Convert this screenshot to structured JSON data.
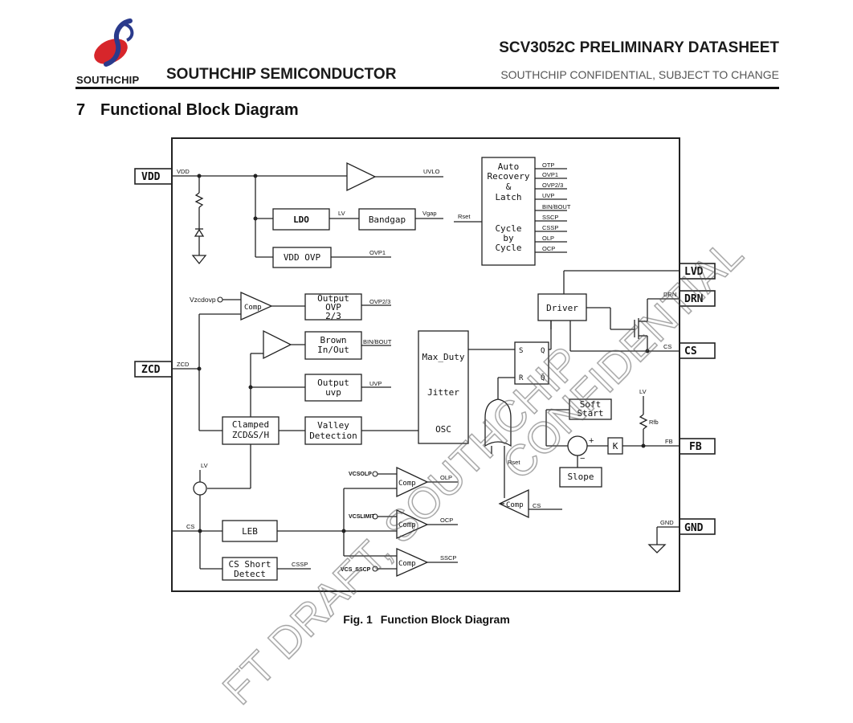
{
  "header": {
    "logo_text": "SOUTHCHIP",
    "company": "SOUTHCHIP SEMICONDUCTOR",
    "title": "SCV3052C PRELIMINARY DATASHEET",
    "subtitle": "SOUTHCHIP CONFIDENTIAL, SUBJECT TO CHANGE",
    "brand_red": "#d7262b",
    "brand_blue": "#2a3a8c"
  },
  "section": {
    "number": "7",
    "title": "Functional Block Diagram"
  },
  "pins": {
    "vdd": "VDD",
    "zcd": "ZCD",
    "lvd": "LVD",
    "drn": "DRN",
    "cs": "CS",
    "fb": "FB",
    "gnd": "GND"
  },
  "blocks": {
    "ldo": "LDO",
    "bandgap": "Bandgap",
    "vdd_ovp": "VDD OVP",
    "prot_lines": [
      "Auto",
      "Recovery",
      "&",
      "Latch",
      "",
      "Cycle",
      "by",
      "Cycle"
    ],
    "output_ovp": [
      "Output",
      "OVP",
      "2/3"
    ],
    "brown": [
      "Brown",
      "In/Out"
    ],
    "output_uvp": [
      "Output",
      "uvp"
    ],
    "clamped": [
      "Clamped",
      "ZCD&S/H"
    ],
    "valley": [
      "Valley",
      "Detection"
    ],
    "osc": [
      "Max_Duty",
      "Jitter",
      "OSC"
    ],
    "driver": "Driver",
    "soft_start": [
      "Soft",
      "Start"
    ],
    "slope": "Slope",
    "k": "K",
    "leb": "LEB",
    "cs_short": [
      "CS  Short",
      "Detect"
    ],
    "comp": "Comp",
    "ff_s": "S",
    "ff_q": "Q",
    "ff_r": "R",
    "ff_qb": "Q̄"
  },
  "signals": {
    "vdd": "VDD",
    "uvlo": "UVLO",
    "lv": "LV",
    "vgap": "Vgap",
    "rset": "Rset",
    "ovp1": "OVP1",
    "otp": "OTP",
    "ovp23": "OVP2/3",
    "uvp": "UVP",
    "binbout": "BIN/BOUT",
    "ssc": "SSCP",
    "cssp": "CSSP",
    "olp": "OLP",
    "ocp": "OCP",
    "vzcdovp": "Vzcdovp",
    "zcd": "ZCD",
    "drn": "DRN",
    "cs": "CS",
    "fb": "FB",
    "gnd": "GND",
    "rfb": "Rfb",
    "lv2": "LV",
    "vcsolp": "VCSOLP",
    "vcslimit": "VCSLIMIT",
    "vcs_sscp": "VCS_SSCP",
    "sscp": "SSCP",
    "rset2": "Rset",
    "plus": "+",
    "minus": "−"
  },
  "caption": {
    "label": "Fig. 1",
    "text": "Function Block Diagram"
  },
  "watermark": {
    "upper": "CONFIDENTIAL",
    "lower": "FT DRAFT, SOUTHCHIP"
  }
}
